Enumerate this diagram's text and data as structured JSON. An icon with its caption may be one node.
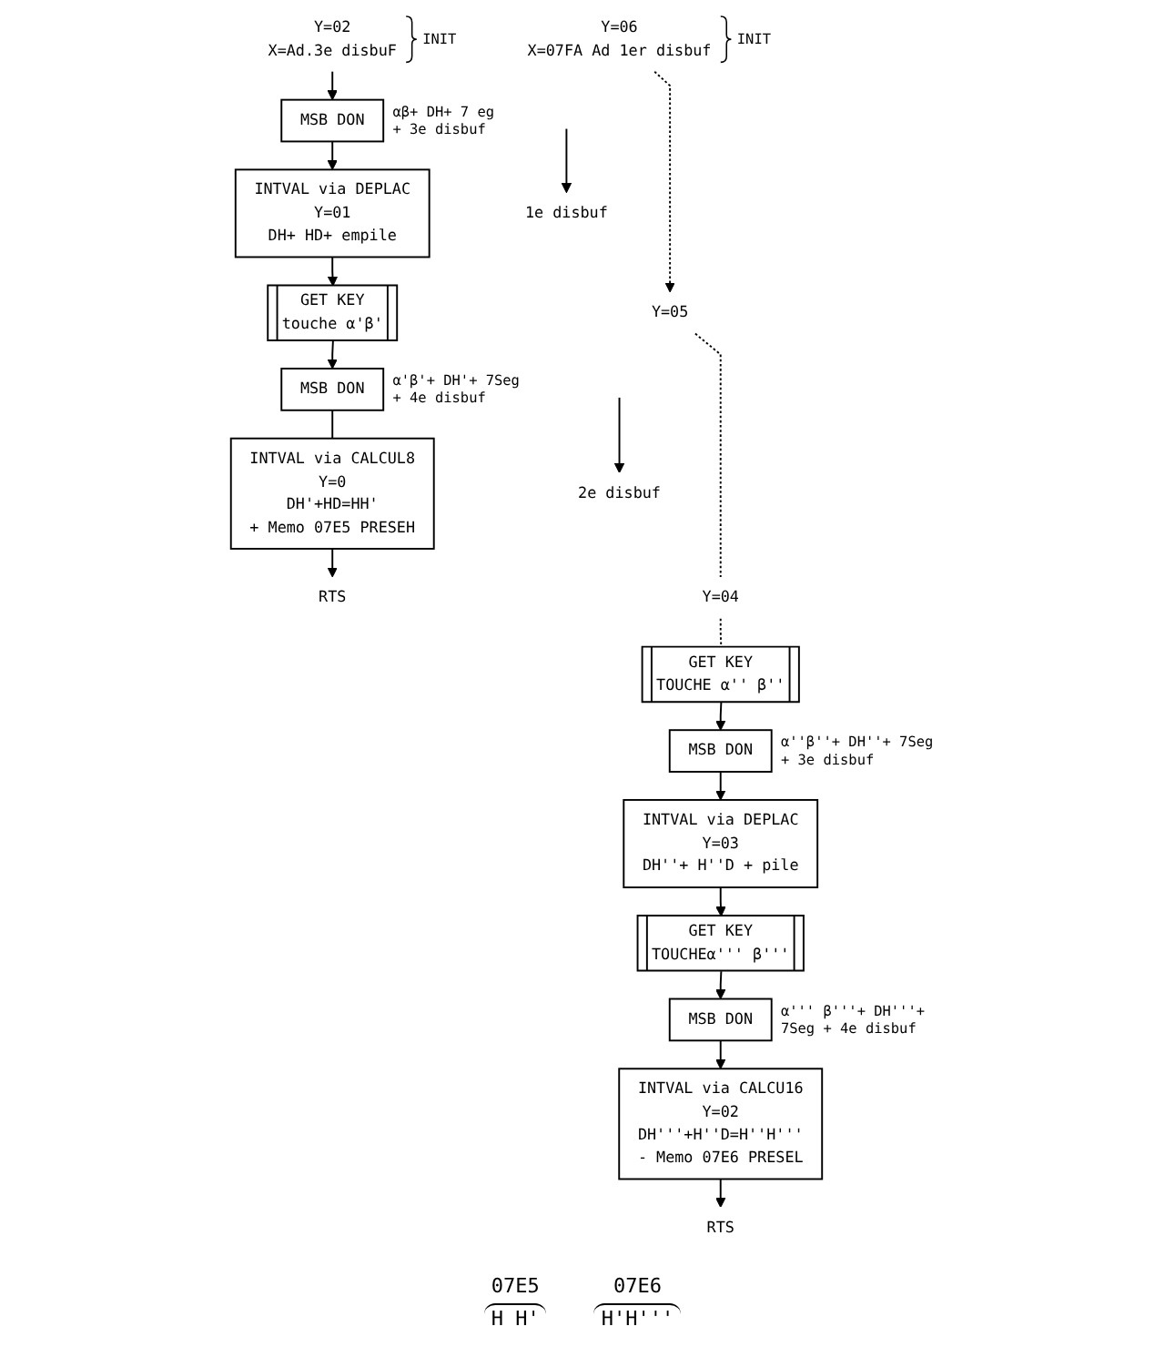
{
  "diagram": {
    "nodes": [
      {
        "text": [
          "Y=02",
          "X=Ad.3e disbuF"
        ],
        "beside": [
          "INIT"
        ]
      },
      {
        "text": [
          "MSB DON"
        ],
        "beside": [
          "αβ+ DH+ 7 eg + 3e disbuf"
        ]
      },
      {
        "text": [
          "INTVAL via DEPLAC",
          "Y=01",
          "DH+ HD+ empile"
        ]
      },
      {
        "text": [
          "GET KEY",
          "touche α'β'"
        ]
      },
      {
        "text": [
          "MSB DON"
        ],
        "beside": [
          "α'β'+ DH'+ 7Seg + 4e disbuf"
        ]
      },
      {
        "text": [
          "INTVAL via CALCUL8",
          "Y=0",
          "DH'+HD=HH'",
          "+ Memo 07E5 PRESEH"
        ]
      },
      {
        "text": [
          "RTS"
        ]
      },
      {
        "text": [
          "Y=06",
          "X=07FA Ad 1er disbuf"
        ],
        "beside": [
          "INIT"
        ]
      },
      {
        "text": [
          "1e disbuf"
        ]
      },
      {
        "text": [
          "Y=05"
        ]
      },
      {
        "text": [
          "2e disbuf"
        ]
      },
      {
        "text": [
          "Y=04"
        ]
      },
      {
        "text": [
          "GET KEY",
          "TOUCHE α'' β''"
        ]
      },
      {
        "text": [
          "MSB DON"
        ],
        "beside": [
          "α''β''+ DH''+ 7Seg + 3e disbuf"
        ]
      },
      {
        "text": [
          "INTVAL via DEPLAC",
          "Y=03",
          "DH''+ H''D + pile"
        ]
      },
      {
        "text": [
          "GET KEY",
          "TOUCHEα''' β'''"
        ]
      },
      {
        "text": [
          "MSB DON"
        ],
        "beside": [
          "α''' β'''+ DH'''+ 7Seg + 4e disbuf"
        ]
      },
      {
        "text": [
          "INTVAL via CALCU16",
          "Y=02",
          "DH'''+H''D=H''H'''",
          "- Memo 07E6 PRESEL"
        ]
      },
      {
        "text": [
          "RTS"
        ]
      }
    ],
    "edges": [
      {
        "from": 0,
        "to": 1,
        "arrow": "to"
      },
      {
        "from": 1,
        "to": 2,
        "arrow": "to"
      },
      {
        "from": 2,
        "to": 3,
        "arrow": "to"
      },
      {
        "from": 3,
        "to": 4,
        "arrow": "to"
      },
      {
        "from": 4,
        "to": 5,
        "arrow": "none"
      },
      {
        "from": 5,
        "to": 6,
        "arrow": "to"
      },
      {
        "from": 7,
        "to": 9,
        "arrow": "to",
        "style": "dashed"
      },
      {
        "from": null,
        "to": 8,
        "arrow": "to"
      },
      {
        "from": 9,
        "to": 11,
        "arrow": "none",
        "style": "dashed"
      },
      {
        "from": null,
        "to": 10,
        "arrow": "to"
      },
      {
        "from": 11,
        "to": 12,
        "arrow": "none",
        "style": "dashed"
      },
      {
        "from": 12,
        "to": 13,
        "arrow": "to"
      },
      {
        "from": 13,
        "to": 14,
        "arrow": "to"
      },
      {
        "from": 14,
        "to": 15,
        "arrow": "to"
      },
      {
        "from": 15,
        "to": 16,
        "arrow": "to"
      },
      {
        "from": 16,
        "to": 17,
        "arrow": "to"
      },
      {
        "from": 17,
        "to": 18,
        "arrow": "to"
      }
    ],
    "labels": [
      "07E5",
      "H H'",
      "07E6",
      "H'H'''"
    ]
  }
}
